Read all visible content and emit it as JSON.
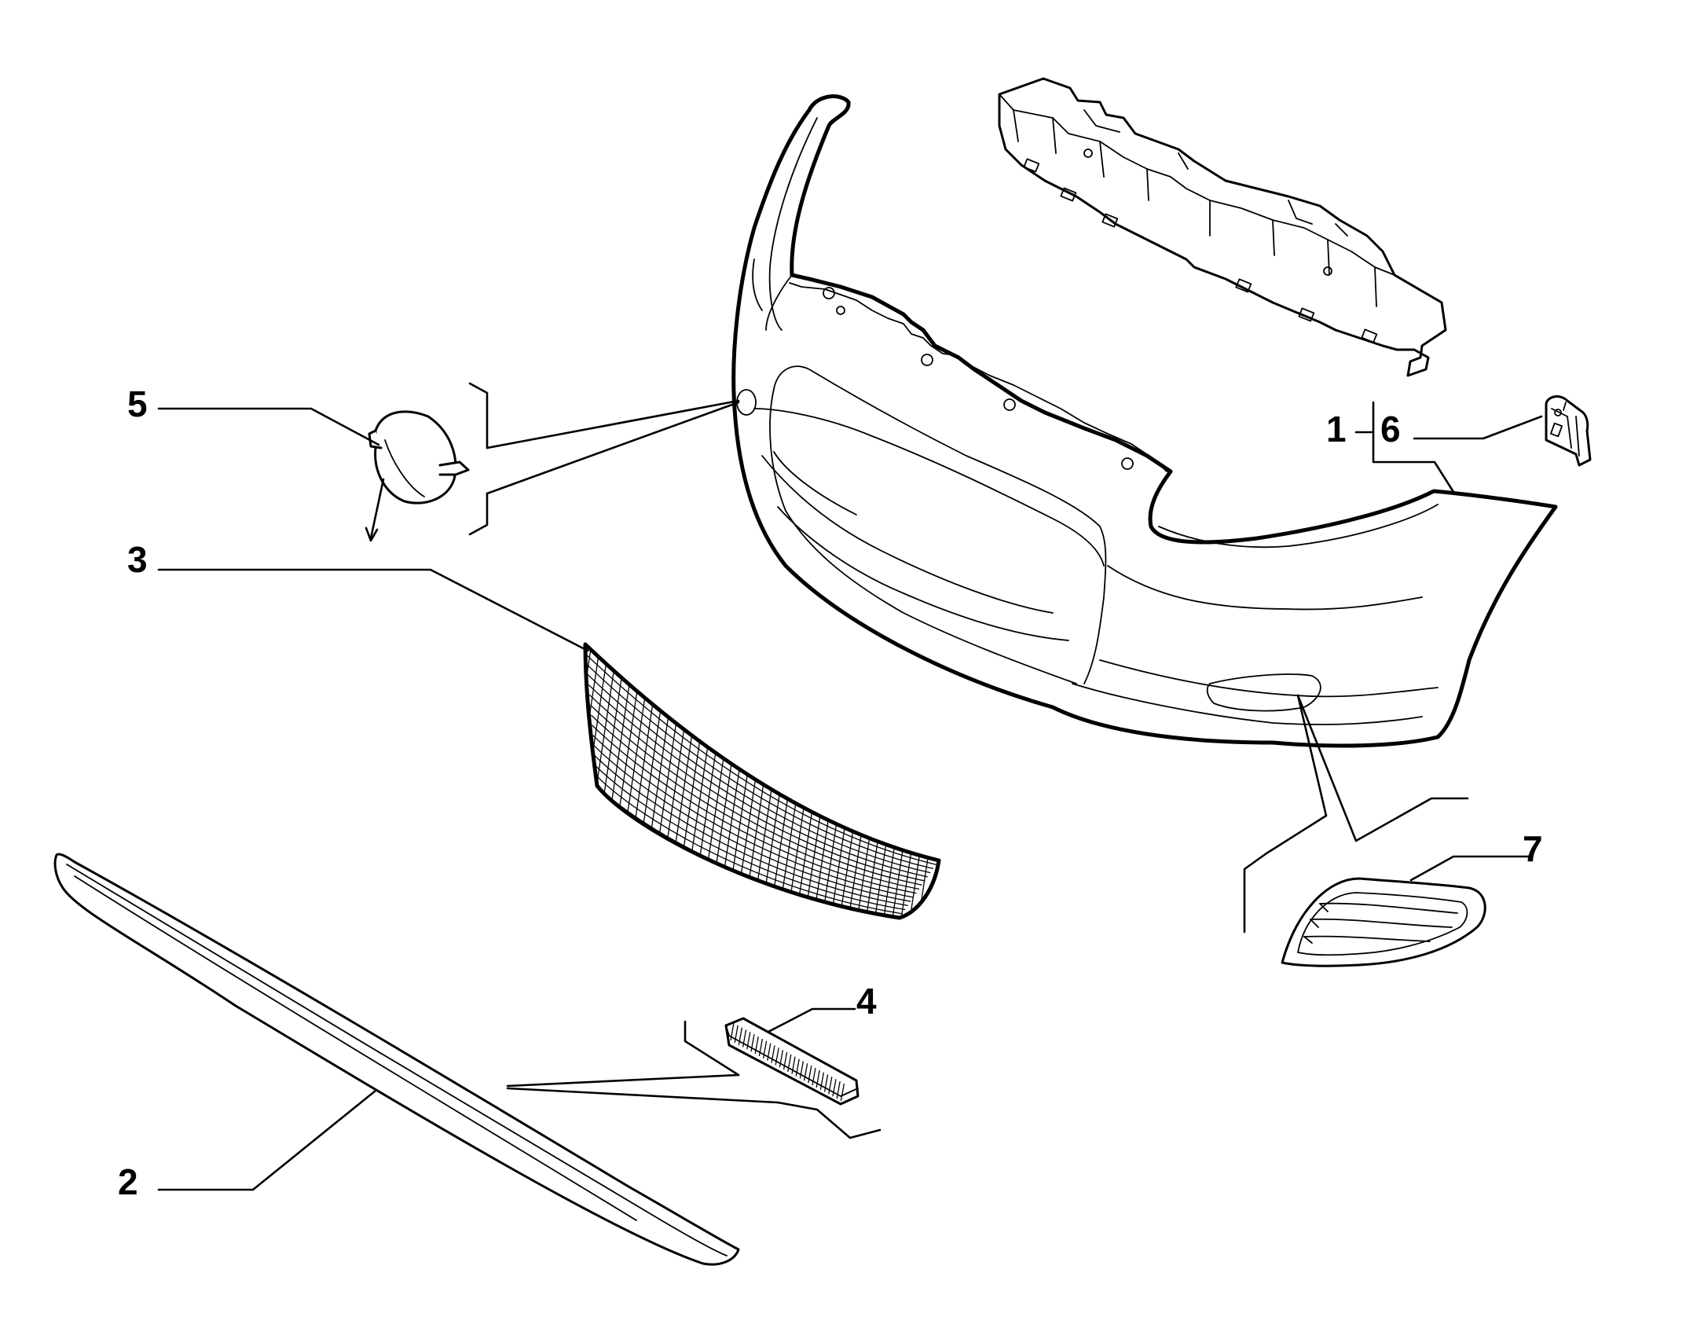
{
  "callouts": {
    "c1": "1",
    "c2": "2",
    "c3": "3",
    "c4": "4",
    "c5": "5",
    "c6": "6",
    "c7": "7"
  },
  "icons": {
    "bumper": "front-bumper-icon",
    "absorber": "impact-absorber-icon",
    "grille": "lower-grille-mesh-icon",
    "molding": "bumper-molding-strip-icon",
    "tape": "adhesive-tape-icon",
    "tow_cap": "tow-hook-cover-icon",
    "clip": "retaining-clip-icon",
    "fog_grille": "fog-lamp-grille-icon"
  },
  "colors": {
    "line": "#000000",
    "background": "#ffffff"
  }
}
